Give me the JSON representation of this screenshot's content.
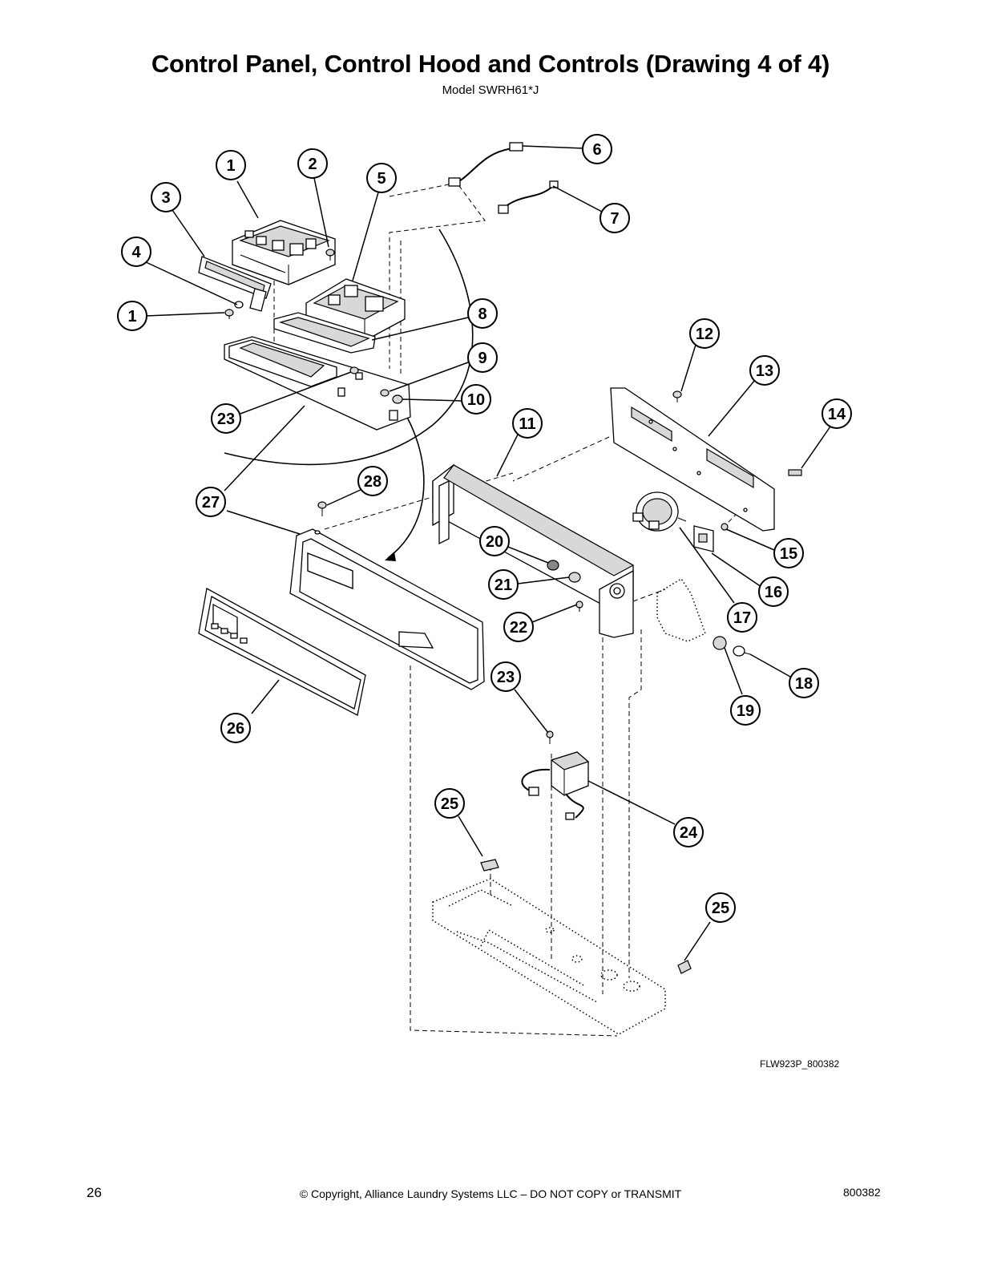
{
  "title": "Control Panel, Control Hood and Controls (Drawing 4 of 4)",
  "model": "Model SWRH61*J",
  "figure_id": "FLW923P_800382",
  "footer": {
    "page_number": "26",
    "copyright": "© Copyright, Alliance Laundry Systems LLC – DO NOT COPY or TRANSMIT",
    "doc_number": "800382"
  },
  "callouts": [
    "1",
    "2",
    "3",
    "4",
    "1",
    "5",
    "6",
    "7",
    "8",
    "9",
    "10",
    "23",
    "27",
    "28",
    "11",
    "12",
    "13",
    "14",
    "15",
    "16",
    "17",
    "20",
    "21",
    "22",
    "18",
    "19",
    "26",
    "23",
    "24",
    "25",
    "25"
  ]
}
